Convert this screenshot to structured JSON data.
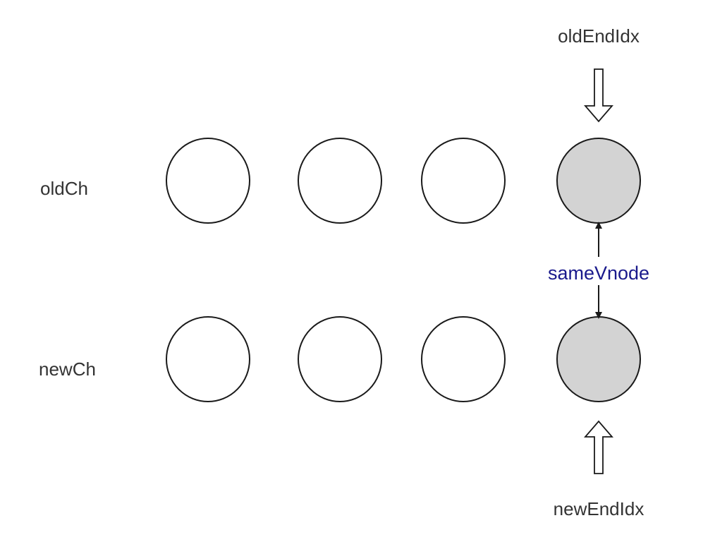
{
  "rows": {
    "old": {
      "label": "oldCh"
    },
    "new": {
      "label": "newCh"
    }
  },
  "pointers": {
    "old_end": {
      "label": "oldEndIdx"
    },
    "new_end": {
      "label": "newEndIdx"
    }
  },
  "relation": {
    "label": "sameVnode"
  },
  "nodes_per_row": 4,
  "highlighted_index": 3,
  "colors": {
    "node_fill": "#ffffff",
    "highlight_fill": "#d3d3d3",
    "stroke": "#1a1a1a",
    "relation_text": "#1a1a8c",
    "label_text": "#333333"
  }
}
